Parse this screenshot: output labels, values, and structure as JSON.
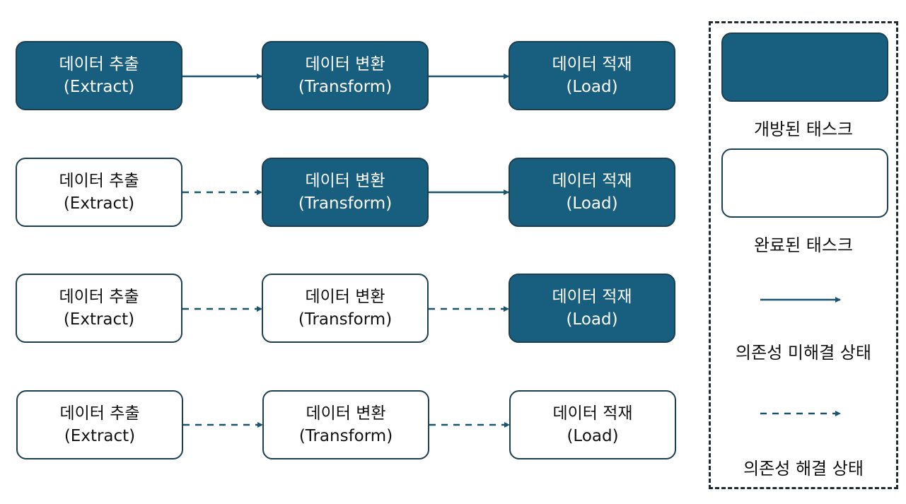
{
  "rows": [
    {
      "extract": {
        "title": "데이터 추출",
        "sub": "(Extract)",
        "state": "open"
      },
      "transform": {
        "title": "데이터 변환",
        "sub": "(Transform)",
        "state": "open"
      },
      "load": {
        "title": "데이터 적재",
        "sub": "(Load)",
        "state": "open"
      },
      "arrows": [
        "solid",
        "solid"
      ]
    },
    {
      "extract": {
        "title": "데이터 추출",
        "sub": "(Extract)",
        "state": "done"
      },
      "transform": {
        "title": "데이터 변환",
        "sub": "(Transform)",
        "state": "open"
      },
      "load": {
        "title": "데이터 적재",
        "sub": "(Load)",
        "state": "open"
      },
      "arrows": [
        "dashed",
        "solid"
      ]
    },
    {
      "extract": {
        "title": "데이터 추출",
        "sub": "(Extract)",
        "state": "done"
      },
      "transform": {
        "title": "데이터 변환",
        "sub": "(Transform)",
        "state": "done"
      },
      "load": {
        "title": "데이터 적재",
        "sub": "(Load)",
        "state": "open"
      },
      "arrows": [
        "dashed",
        "dashed"
      ]
    },
    {
      "extract": {
        "title": "데이터 추출",
        "sub": "(Extract)",
        "state": "done"
      },
      "transform": {
        "title": "데이터 변환",
        "sub": "(Transform)",
        "state": "done"
      },
      "load": {
        "title": "데이터 적재",
        "sub": "(Load)",
        "state": "done"
      },
      "arrows": [
        "dashed",
        "dashed"
      ]
    }
  ],
  "legend": {
    "open_task": "개방된 태스크",
    "done_task": "완료된 태스크",
    "unresolved_dependency": "의존성 미해결 상태",
    "resolved_dependency": "의존성 해결 상태"
  },
  "colors": {
    "open_fill": "#175e7f",
    "border": "#1d3f52",
    "arrow": "#1a5470"
  }
}
